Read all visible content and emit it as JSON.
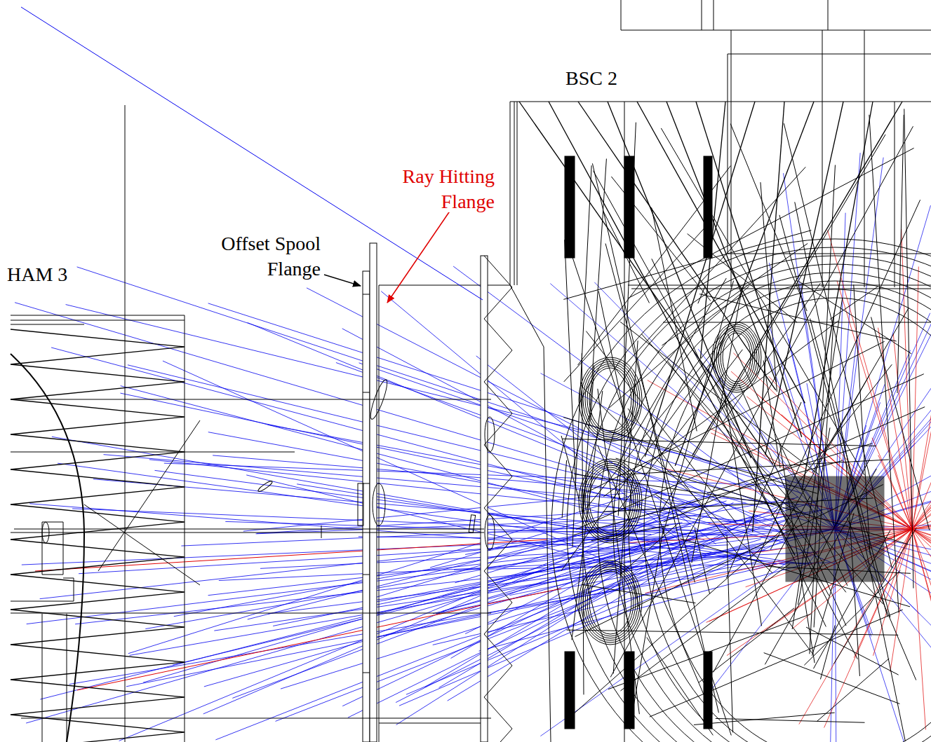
{
  "diagram": {
    "labels": [
      "BSC 2",
      "Ray Hitting Flange",
      "Offset Spool Flange",
      "HAM 3"
    ]
  }
}
